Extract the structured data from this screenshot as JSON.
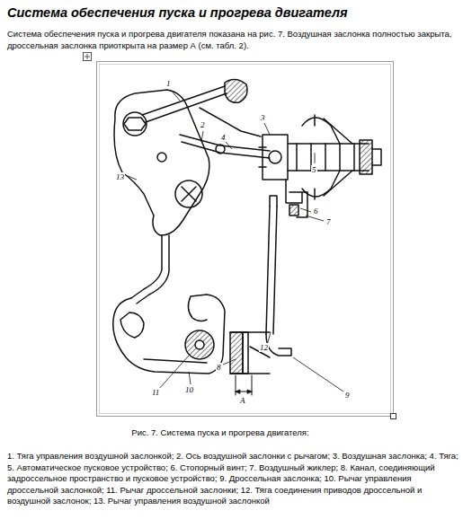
{
  "diagram": {
    "title": "Система обеспечения пуска и прогрева двигателя",
    "caption": "Рис. 7. Система пуска и прогрева двигателя:",
    "labels": [
      "Система обеспечения пуска и прогрева двигателя показана на рис. 7. Воздушная заслонка полностью закрыта, дроссельная заслонка приоткрыта на размер А (см. табл. 2).",
      "1",
      "2",
      "3",
      "4",
      "5",
      "6",
      "7",
      "8",
      "9",
      "10",
      "11",
      "12",
      "13",
      "А",
      "1. Тяга управления воздушной заслонкой; 2. Ось воздушной заслонки с рычагом; 3. Воздушная заслонка; 4. Тяга; 5. Автоматическое пусковое устройство; 6. Стопорный винт; 7. Воздушный жиклер; 8. Канал, соединяющий задроссельное пространство и пусковое устройство; 9. Дроссельная заслонка; 10. Рычаг управления дроссельной заслонкой; 11. Рычаг дроссельной заслонки; 12. Тяга соединения приводов дроссельной и воздушной заслонок; 13. Рычаг управления воздушной заслонкой"
    ]
  }
}
